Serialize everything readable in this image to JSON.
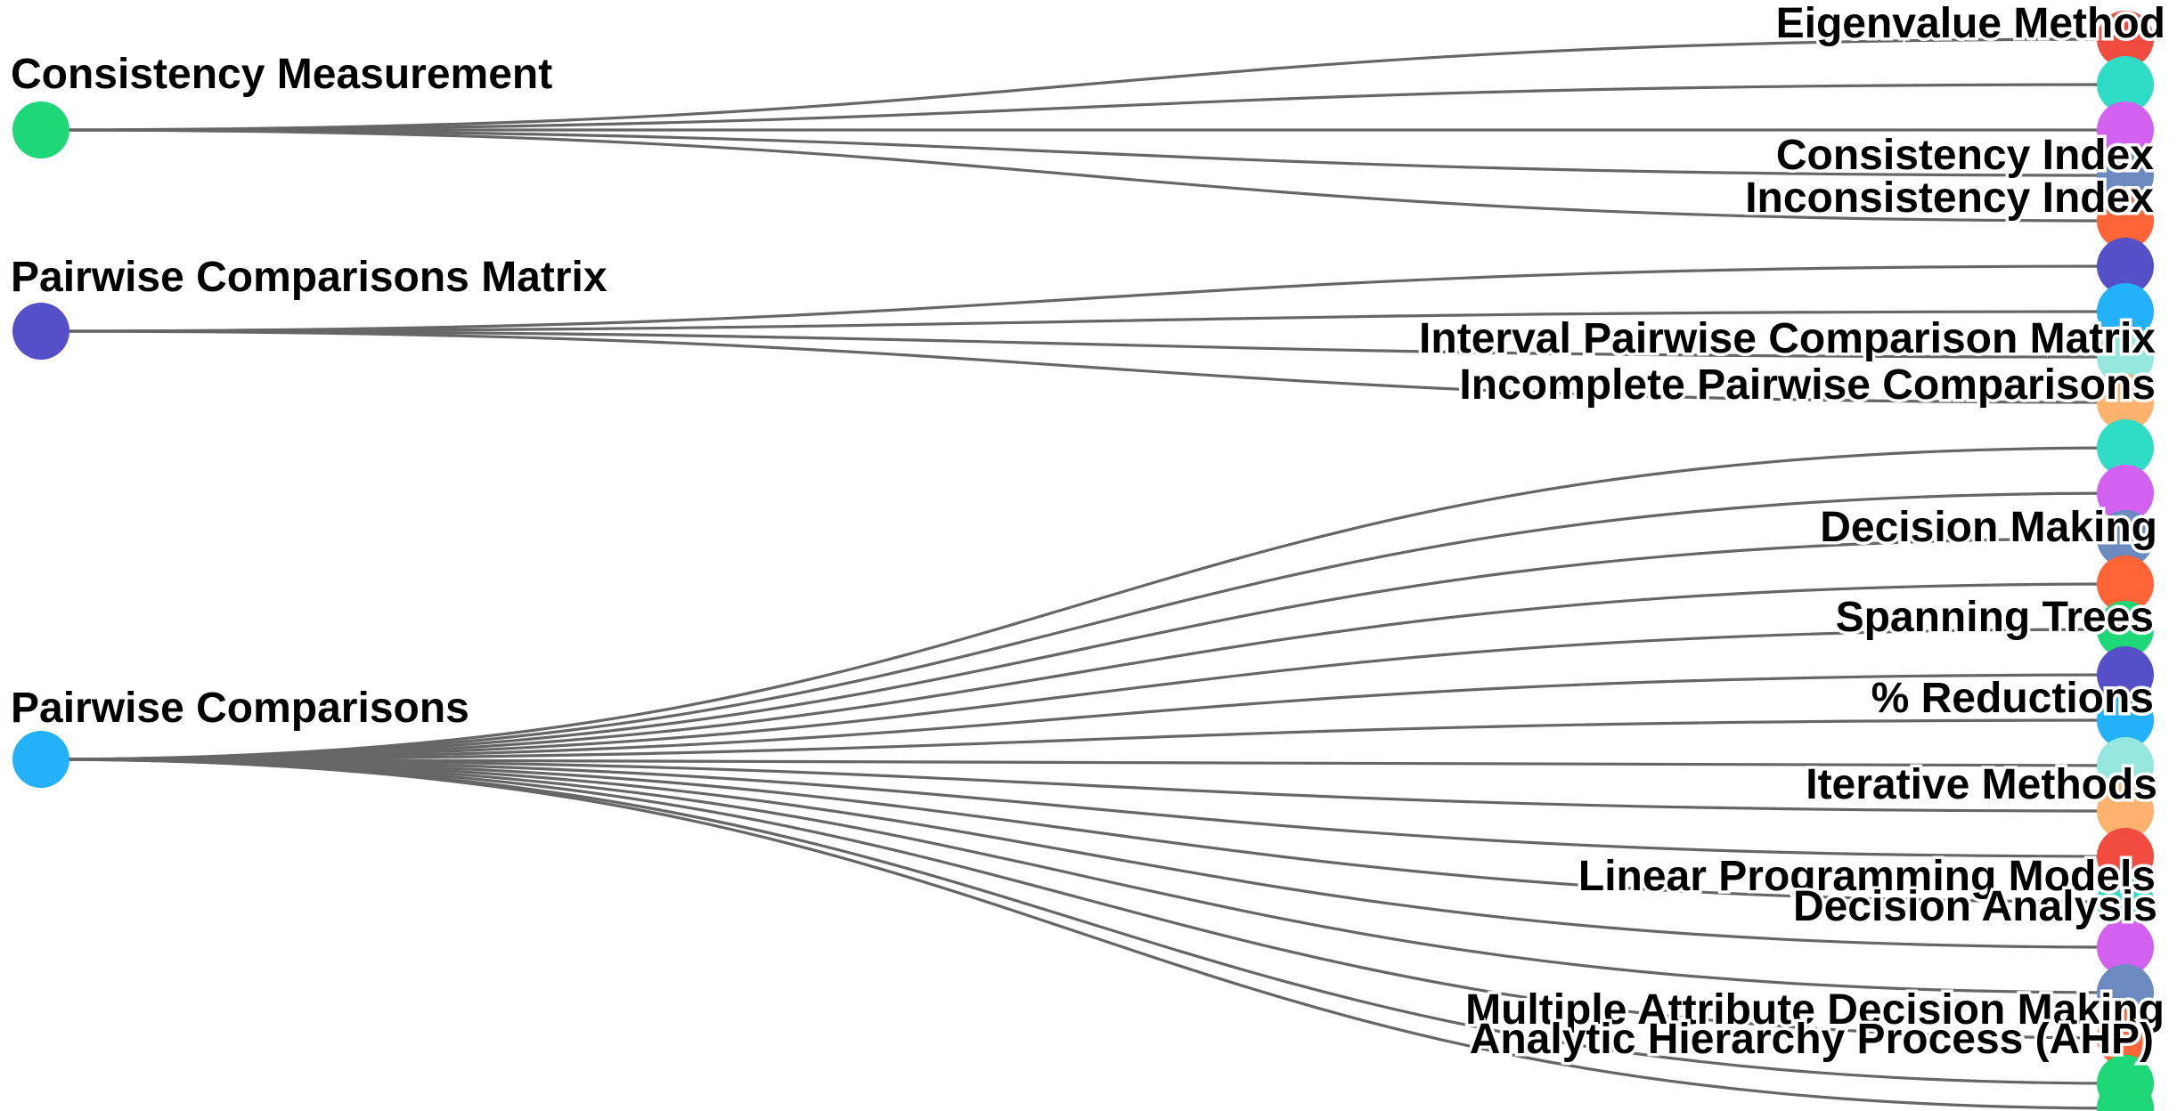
{
  "diagram": {
    "type": "bipartite-fan",
    "edge_color": "#666666",
    "sources": [
      {
        "label": "Consistency Measurement",
        "color": "#1ed777",
        "targets": [
          0,
          1,
          2,
          3,
          4
        ]
      },
      {
        "label": "Pairwise Comparisons Matrix",
        "color": "#5650c8",
        "targets": [
          5,
          6,
          7,
          8
        ]
      },
      {
        "label": "Pairwise Comparisons",
        "color": "#23b1fa",
        "targets": [
          9,
          10,
          11,
          12,
          13,
          14,
          15,
          16,
          17,
          18,
          19,
          20,
          21,
          22,
          23,
          24
        ]
      }
    ],
    "targets": [
      {
        "label": "Eigenvalue Method",
        "color": "#f24c41"
      },
      {
        "label": "",
        "color": "#2fdcc6"
      },
      {
        "label": "Consistency Index",
        "color": "#d361f0"
      },
      {
        "label": "Inconsistency Index",
        "color": "#6b8bc0"
      },
      {
        "label": "",
        "color": "#fe6435"
      },
      {
        "label": "",
        "color": "#5650c8"
      },
      {
        "label": "Interval Pairwise Comparison Matrix",
        "color": "#23b1fa"
      },
      {
        "label": "Incomplete Pairwise Comparisons",
        "color": "#96e8de"
      },
      {
        "label": "",
        "color": "#fdb26e"
      },
      {
        "label": "",
        "color": "#2fdcc6"
      },
      {
        "label": "Decision Making",
        "color": "#d361f0"
      },
      {
        "label": "",
        "color": "#6b8bc0"
      },
      {
        "label": "Spanning Trees",
        "color": "#fe6435"
      },
      {
        "label": "",
        "color": "#1ed777"
      },
      {
        "label": "% Reductions",
        "color": "#5650c8"
      },
      {
        "label": "",
        "color": "#23b1fa"
      },
      {
        "label": "Iterative Methods",
        "color": "#96e8de"
      },
      {
        "label": "",
        "color": "#fdb26e"
      },
      {
        "label": "Linear Programming Models",
        "color": "#f24c41"
      },
      {
        "label": "Decision Analysis",
        "color": "#2fdcc6"
      },
      {
        "label": "",
        "color": "#d361f0"
      },
      {
        "label": "Multiple Attribute Decision Making",
        "color": "#6b8bc0"
      },
      {
        "label": "Analytic Hierarchy Process (AHP)",
        "color": "#fe6435"
      },
      {
        "label": "",
        "color": "#1ed777"
      },
      {
        "label": "",
        "color": "#1ed777"
      }
    ]
  }
}
